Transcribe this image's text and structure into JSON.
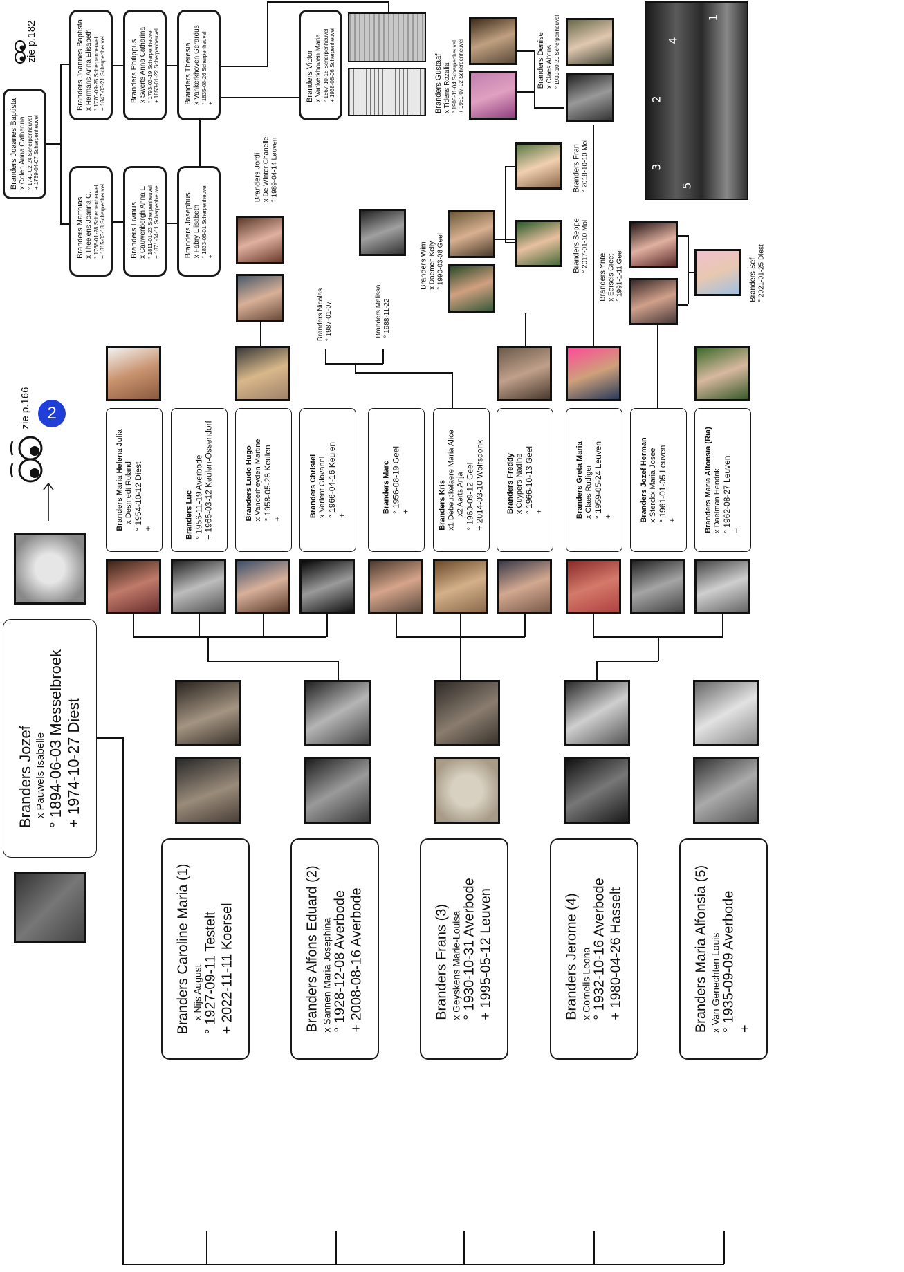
{
  "colors": {
    "line": "#111111",
    "badge": "#1f3fd8"
  },
  "xrefs": {
    "top": "zie p.182",
    "mid": "zie p.166",
    "badge": "2"
  },
  "root": {
    "name": "Branders Jozef",
    "spouse": "x Pauwels Isabelle",
    "birth": "° 1894-06-03   Messelbroek",
    "death": "+ 1974-10-27   Diest"
  },
  "children": [
    {
      "name": "Branders Caroline Maria (1)",
      "spouse": "x Nijs August",
      "birth": "° 1927-09-11   Testelt",
      "death": "+ 2022-11-11   Koersel"
    },
    {
      "name": "Branders Alfons Eduard (2)",
      "spouse": "x  Sannen Maria Josephina",
      "birth": "° 1928-12-08   Averbode",
      "death": "+ 2008-08-16   Averbode"
    },
    {
      "name": "Branders Frans (3)",
      "spouse": "x  Geyskens Marie-Louisa",
      "birth": "° 1930-10-31   Averbode",
      "death": "+ 1995-05-12   Leuven"
    },
    {
      "name": "Branders Jerome (4)",
      "spouse": "x   Cornelis Leona",
      "birth": "° 1932-10-16   Averbode",
      "death": "+ 1980-04-26   Hasselt"
    },
    {
      "name": "Branders Maria Alfonsia (5)",
      "spouse": "x   Van Genechten Louis",
      "birth": "° 1935-09-09   Averbode",
      "death": "+"
    }
  ],
  "grandchildren": [
    {
      "name": "Branders Maria Helena Julia",
      "spouse": "x Desmedt Roland",
      "birth": "° 1954-10-12   Diest",
      "death": "+"
    },
    {
      "name": "Branders Luc",
      "spouse": "",
      "birth": "° 1956-11-19   Averbode",
      "death": "+ 1965-03-12 Keulen-Ossendorf"
    },
    {
      "name": "Branders Ludo Hugo",
      "spouse": "x Vanderheyden Martine",
      "birth": "° 1958-05-28   Keulen",
      "death": "+"
    },
    {
      "name": "Branders Christel",
      "spouse": "x Verient Giovanni",
      "birth": "° 1966-04-16   Keulen",
      "death": "+"
    },
    {
      "name": "Branders Marc",
      "spouse": "",
      "birth": "° 1956-08-19   Geel",
      "death": "+"
    },
    {
      "name": "Branders Kris",
      "spouse": "x1 Debeuckelaere Maria Alice",
      "spouse2": "x2 Aerts Anja",
      "birth": "° 1960-09-12   Geel",
      "death": "+ 2014-03-10   Wolfsdonk"
    },
    {
      "name": "Branders Freddy",
      "spouse": "x Cuypers Nadine",
      "birth": "° 1966-10-13   Geel",
      "death": "+"
    },
    {
      "name": "Branders Greta Maria",
      "spouse": "x Claes Rudiger",
      "birth": "° 1959-05-24   Leuven",
      "death": "+"
    },
    {
      "name": "Branders Jozef Herman",
      "spouse": "x Sterckx Maria Josee",
      "birth": "° 1961-01-05   Leuven",
      "death": "+"
    },
    {
      "name": "Branders Maria Alfonsia (Ria)",
      "spouse": "x Daelman Hendrik",
      "birth": "° 1962-08-27   Leuven",
      "death": "+"
    }
  ],
  "ancestors": [
    {
      "name": "Branders Joaanes Baptista",
      "spouse": "x Colen Anna Catharina",
      "birth": "° 1740-02-24 Scherpenheuvel",
      "death": "+ 1789-04-07 Scherpenheuvel"
    },
    {
      "name": "Branders Matthias",
      "spouse": "x Theelens Joanna C.",
      "birth": "° 1768-01-28 Scherpenheuvel",
      "death": "+ 1815-03-18 Scherpenheuvel"
    },
    {
      "name": "Branders Joannes Baptista",
      "spouse": "x Hermans Anna Elisabeth",
      "birth": "° 1770-09-25 Scherpenheuvel",
      "death": "+ 1847-03-21 Scherpenheuvel"
    },
    {
      "name": "Branders Livinus",
      "spouse": "x Cauwenbergh Anna E.",
      "birth": "° 1811-01-23 Scherpenheuvel",
      "death": "+ 1871-04-11 Scherpenheuvel"
    },
    {
      "name": "Branders Philippus",
      "spouse": "x Swerts Anna Catharina",
      "birth": "° 1793-03-19 Scherpenheuvel",
      "death": "+ 1853-01-22 Scherpenheuvel"
    },
    {
      "name": "Branders Josephus",
      "spouse": "x Fabry Elisabeth",
      "birth": "° 1833-06-01 Scherpenheuvel",
      "death": "+"
    },
    {
      "name": "Branders Theresia",
      "spouse": "x Vankerkhoven Gerardus",
      "birth": "° 1835-08-26 Scherpenheuvel",
      "death": "+"
    },
    {
      "name": "Branders Victor",
      "spouse": "x Vankerkhoven Maria",
      "birth": "° 1867-10-18 Scherpenheuvel",
      "death": "+ 1938-08-06 Scherpenheuvel"
    }
  ],
  "labels": {
    "jordi": {
      "name": "Branders Jordi",
      "spouse": "x De Winter Chanelle",
      "birth": "° 1989-04-14   Leuven"
    },
    "nicolas": {
      "name": "Branders Nicolas",
      "birth": "° 1987-01-07"
    },
    "melissa": {
      "name": "Branders Melissa",
      "birth": "° 1988-11-22"
    },
    "wim": {
      "name": "Branders Wim",
      "spouse": "x Daemen Kelly",
      "birth": "° 1990-03-08 Geel"
    },
    "seppe": {
      "name": "Branders Seppe",
      "birth": "° 2017-01-10   Mol"
    },
    "fran": {
      "name": "Branders Fran",
      "birth": "° 2018-10-10   Mol"
    },
    "ynte": {
      "name": "Branders Ynte",
      "spouse": "x Eersels Greet",
      "birth": "° 1991-1-11   Geel"
    },
    "sef": {
      "name": "Branders Sef",
      "birth": "° 2021-01-25   Diest"
    },
    "gustaaf": {
      "name": "Branders Gustaaf",
      "spouse": "x Tidens Rozalia",
      "birth": "° 1908-11-04 Scherpenheuvel",
      "death": "+ 1951-07-02 Scherpenheuvel"
    },
    "denise": {
      "name": "Branders Denise",
      "spouse": "x Claes Alfons",
      "birth": "° 1930-10-20 Scherpenheuvel"
    }
  },
  "group_photo_numbers": [
    "1",
    "2",
    "3",
    "4",
    "5"
  ]
}
